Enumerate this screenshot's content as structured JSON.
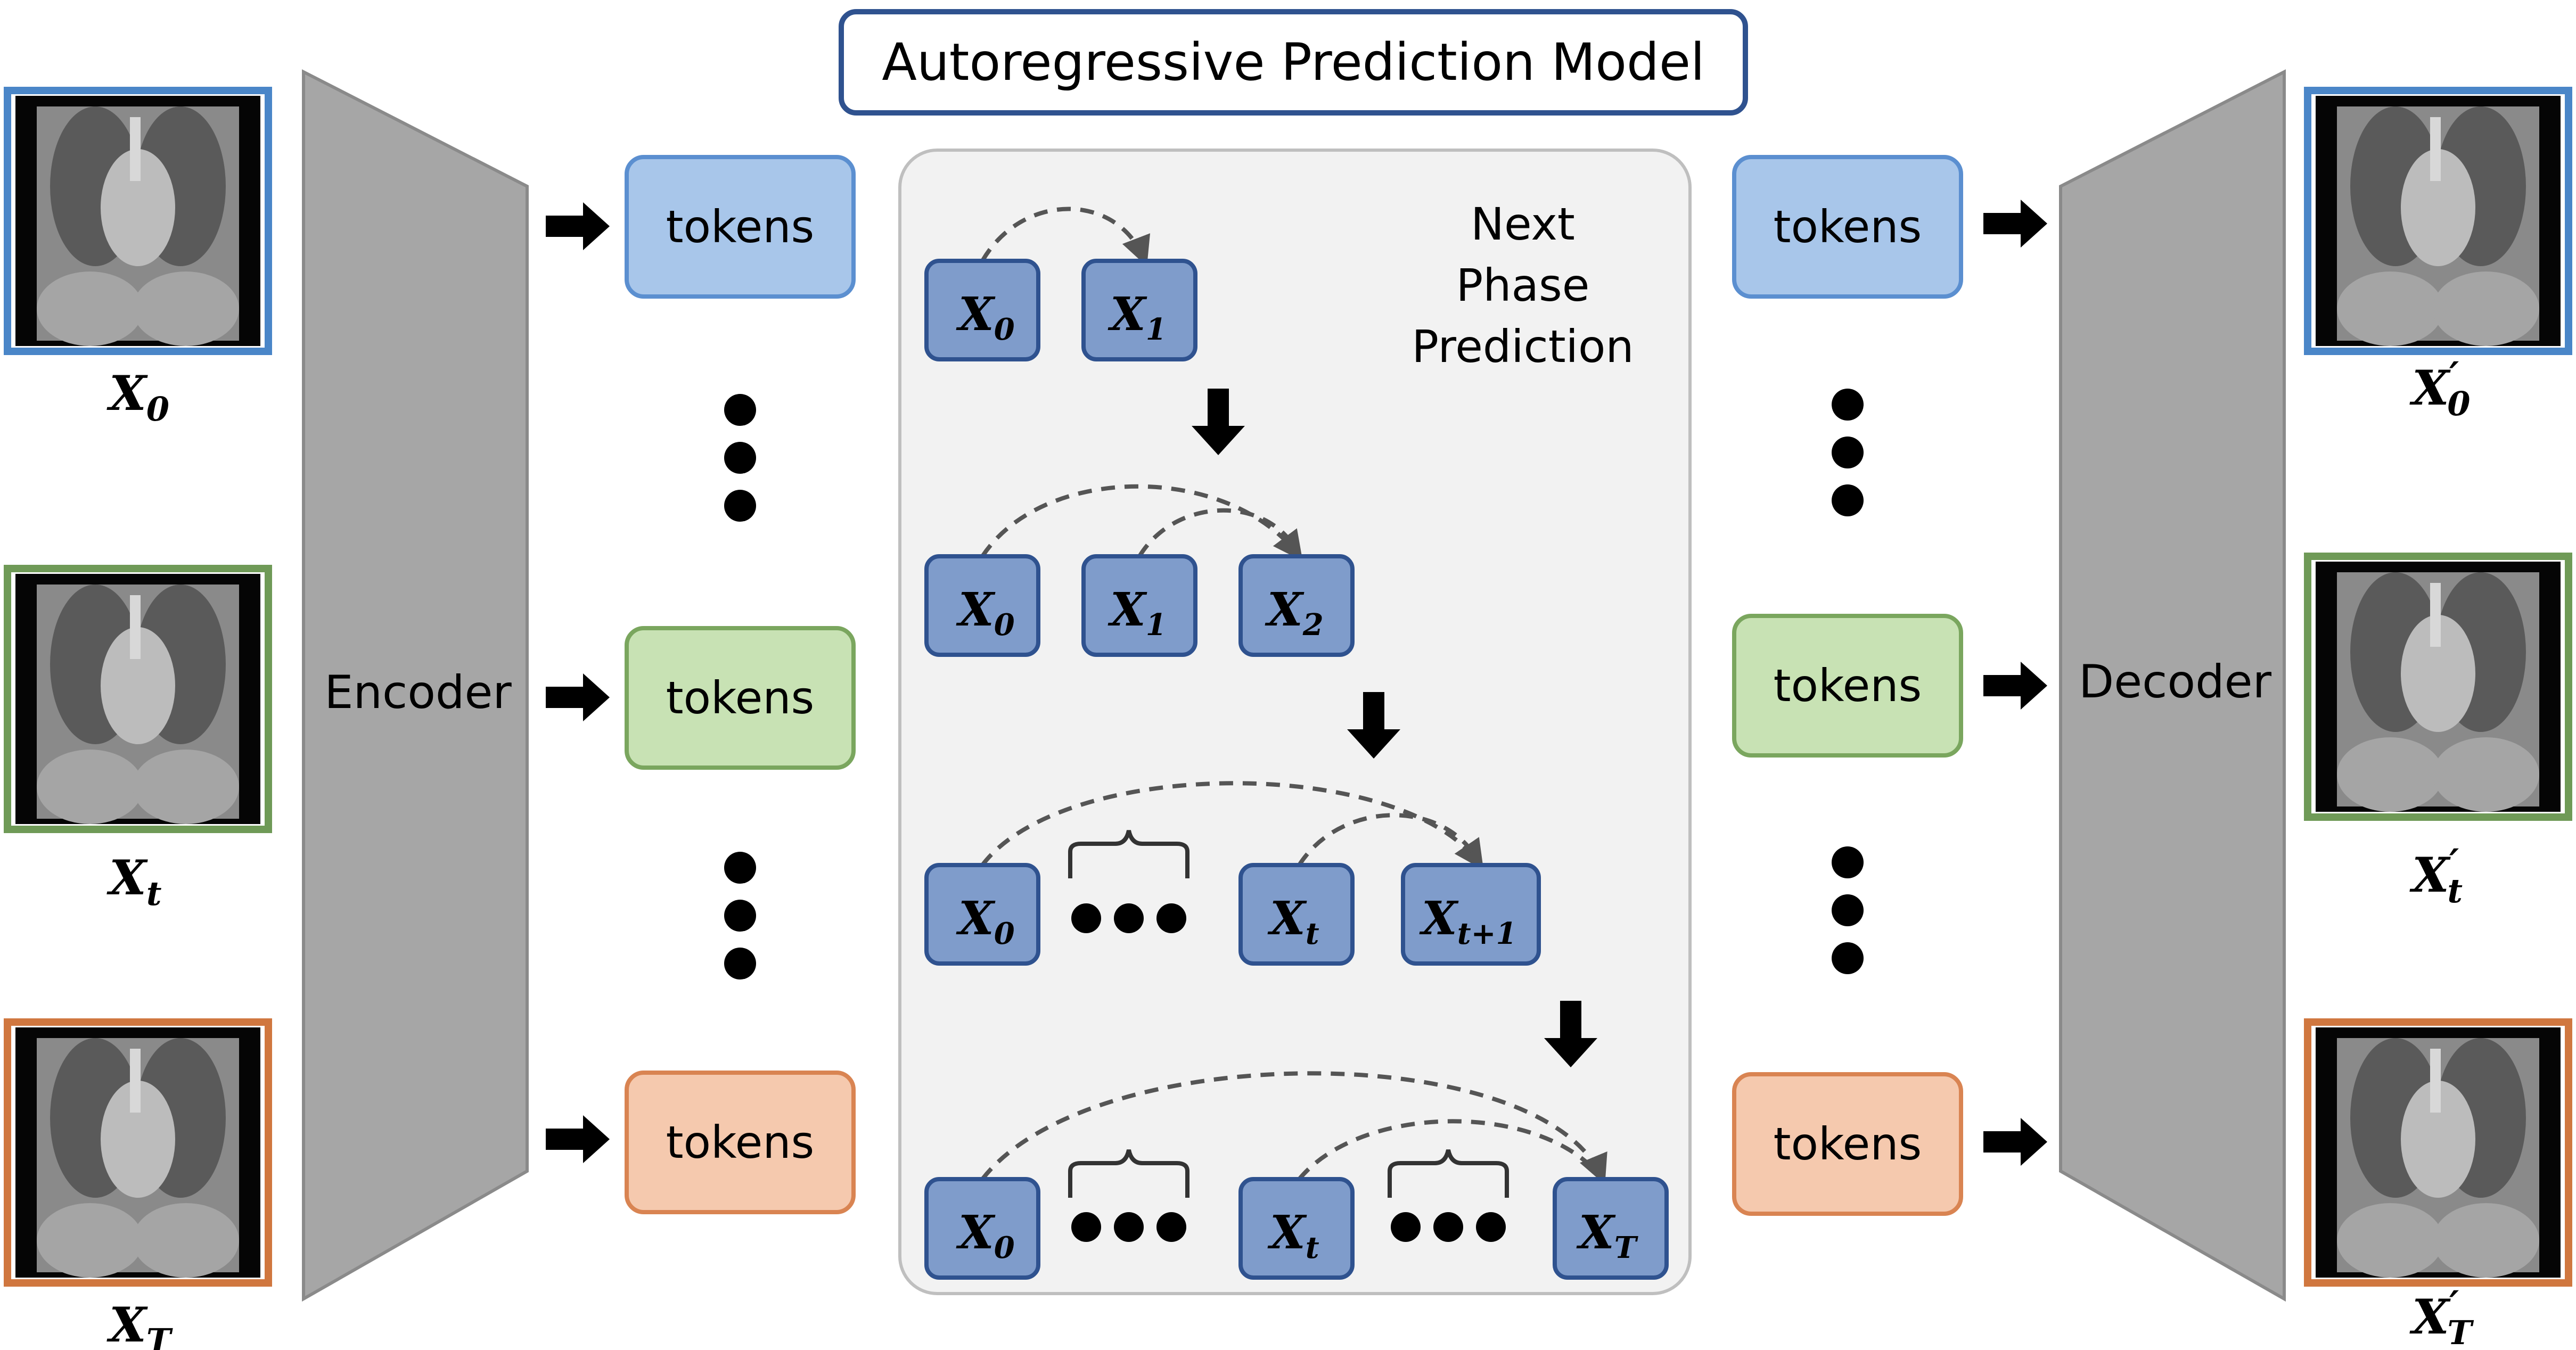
{
  "title": "Autoregressive Prediction Model",
  "inputs": [
    {
      "symbol": "X",
      "sub": "0",
      "border_color": "#4a86c8"
    },
    {
      "symbol": "X",
      "sub": "t",
      "border_color": "#6f9a57"
    },
    {
      "symbol": "X",
      "sub": "T",
      "border_color": "#d0773f"
    }
  ],
  "outputs": [
    {
      "symbol": "X",
      "prime": "′",
      "sub": "0",
      "border_color": "#4a86c8"
    },
    {
      "symbol": "X",
      "prime": "′",
      "sub": "t",
      "border_color": "#6f9a57"
    },
    {
      "symbol": "X",
      "prime": "′",
      "sub": "T",
      "border_color": "#d0773f"
    }
  ],
  "encoder_label": "Encoder",
  "decoder_label": "Decoder",
  "tokens": {
    "label": "tokens",
    "colors": [
      {
        "fill": "#a8c6ea",
        "stroke": "#5b8fd0"
      },
      {
        "fill": "#c8e2b4",
        "stroke": "#7aa65e"
      },
      {
        "fill": "#f5c9ae",
        "stroke": "#d98452"
      }
    ]
  },
  "center_panel": {
    "caption_lines": [
      "Next",
      "Phase",
      "Prediction"
    ],
    "rows": [
      {
        "items": [
          "X0",
          "X1"
        ]
      },
      {
        "items": [
          "X0",
          "X1",
          "X2"
        ]
      },
      {
        "items": [
          "X0",
          "...",
          "Xt",
          "Xt+1"
        ]
      },
      {
        "items": [
          "X0",
          "...",
          "Xt",
          "...",
          "XT"
        ]
      }
    ]
  },
  "colors": {
    "node_fill": "#7f9ccb",
    "node_stroke": "#2f528f",
    "trapezoid": "#a6a6a6",
    "title_border": "#2f528f"
  }
}
